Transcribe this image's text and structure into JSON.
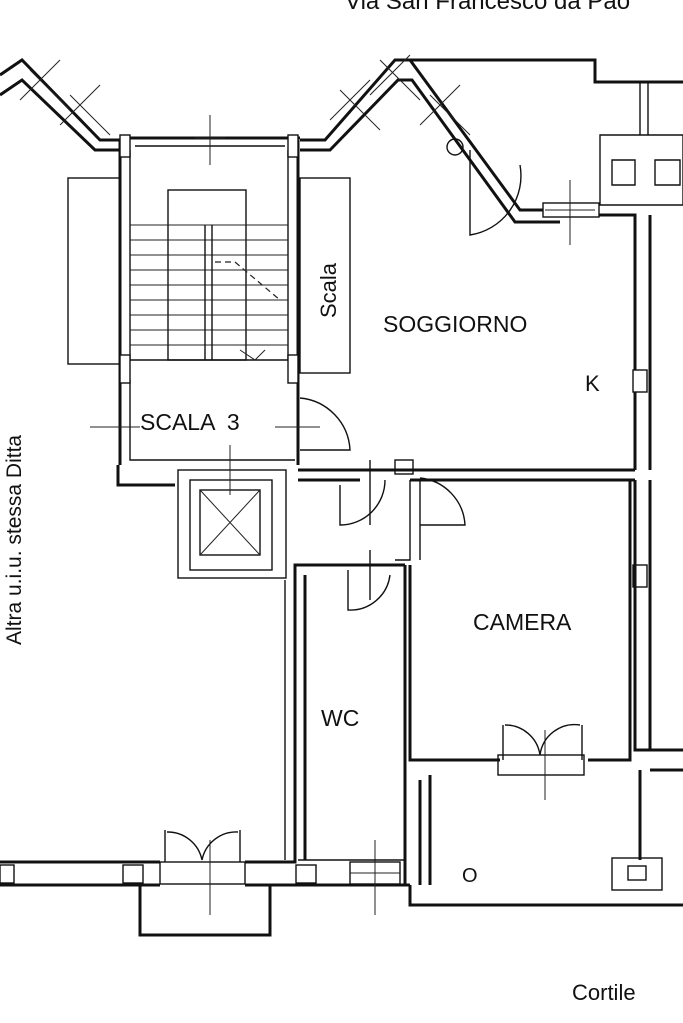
{
  "header": {
    "street": "Via San Francesco da Pao"
  },
  "rooms": {
    "soggiorno": "SOGGIORNO",
    "k": "K",
    "camera": "CAMERA",
    "wc": "WC",
    "scala3": "SCALA  3",
    "scala": "Scala"
  },
  "side_note": "Altra u.i.u. stessa Ditta",
  "courtyard": "Cortile",
  "fixtures": {
    "o_mark": "O"
  }
}
